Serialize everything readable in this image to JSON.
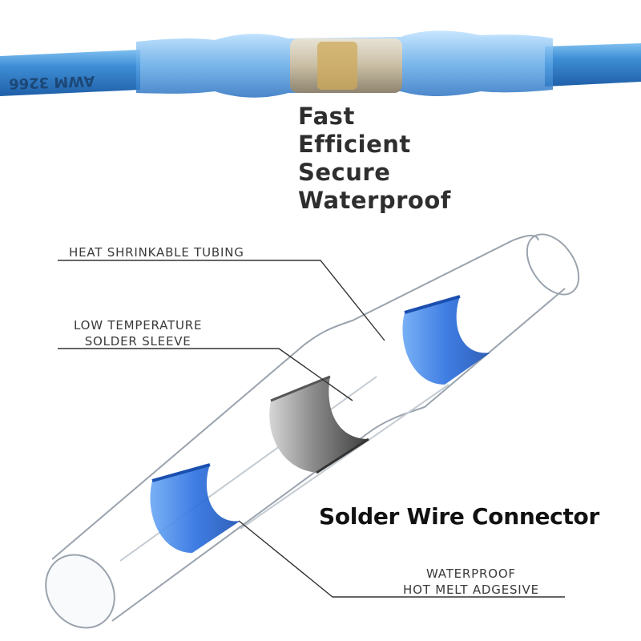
{
  "features": [
    "Fast",
    "Efficient",
    "Secure",
    "Waterproof"
  ],
  "wire_print": "AWM 3266",
  "callouts": {
    "tubing": [
      "HEAT SHRINKABLE TUBING"
    ],
    "sleeve": [
      "LOW TEMPERATURE",
      "SOLDER SLEEVE"
    ],
    "adhesive": [
      "WATERPROOF",
      "HOT MELT ADGESIVE"
    ]
  },
  "product_title": "Solder Wire Connector",
  "colors": {
    "wire_blue": "#3f8fd6",
    "ring_blue": "#2a6fe0",
    "text": "#2e2e2e"
  }
}
